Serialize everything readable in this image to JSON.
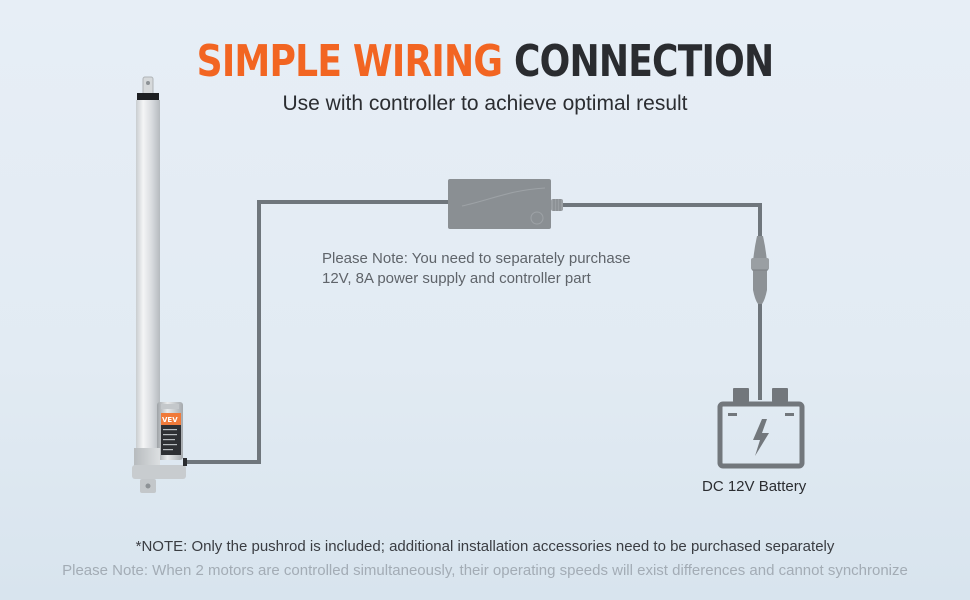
{
  "header": {
    "title_accent": "SIMPLE WIRING",
    "title_rest": "CONNECTION",
    "subtitle": "Use with controller to achieve optimal result"
  },
  "diagram": {
    "components": [
      {
        "name": "linear-actuator",
        "brand_label": "VEVOR"
      },
      {
        "name": "power-supply-controller"
      },
      {
        "name": "inline-connector"
      },
      {
        "name": "battery",
        "icon": "lightning-bolt-icon"
      }
    ],
    "note_line1": "Please Note: You need to separately purchase",
    "note_line2": "12V, 8A power supply and controller part",
    "battery_label": "DC 12V Battery"
  },
  "footer": {
    "note1": "*NOTE: Only the pushrod is included; additional installation accessories need to be purchased separately",
    "note2": "Please Note: When 2 motors are controlled simultaneously, their operating speeds will exist differences and cannot synchronize"
  },
  "colors": {
    "accent": "#f26522",
    "title_dark": "#2a2c30",
    "wire": "#6f767c",
    "battery": "#72777c"
  }
}
